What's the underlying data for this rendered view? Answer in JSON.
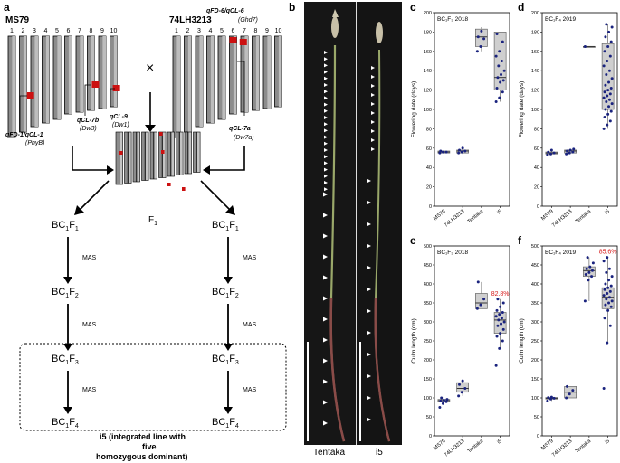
{
  "panel_a": {
    "letter": "a",
    "parent_left": "MS79",
    "parent_right": "74LH3213",
    "chrom_numbers": [
      "1",
      "2",
      "3",
      "4",
      "5",
      "6",
      "7",
      "8",
      "9",
      "10"
    ],
    "cross_symbol": "×",
    "f1_label": "F",
    "f1_sub": "1",
    "gene_labels": {
      "qfd1": "qFD-1/qCL-1",
      "phyb": "(PhyB)",
      "qcl7b": "qCL-7b",
      "dw3": "(Dw3)",
      "qcl9": "qCL-9",
      "dw1": "(Dw1)",
      "qfd6": "qFD-6/qCL-6",
      "ghd7": "(Ghd7)",
      "qcl7a": "qCL-7a",
      "dw7a": "(Dw7a)"
    },
    "gen_left": [
      {
        "base": "BC",
        "s1": "1",
        "mid": "F",
        "s2": "1"
      },
      {
        "base": "BC",
        "s1": "1",
        "mid": "F",
        "s2": "2"
      },
      {
        "base": "BC",
        "s1": "1",
        "mid": "F",
        "s2": "3"
      },
      {
        "base": "BC",
        "s1": "1",
        "mid": "F",
        "s2": "4"
      }
    ],
    "gen_right": [
      {
        "base": "BC",
        "s1": "1",
        "mid": "F",
        "s2": "1"
      },
      {
        "base": "BC",
        "s1": "1",
        "mid": "F",
        "s2": "2"
      },
      {
        "base": "BC",
        "s1": "1",
        "mid": "F",
        "s2": "3"
      },
      {
        "base": "BC",
        "s1": "1",
        "mid": "F",
        "s2": "4"
      }
    ],
    "mas": "MAS",
    "i5_line1": "i5 (integrated line with",
    "i5_line2": "five",
    "i5_line3": "homozygous dominant)"
  },
  "panel_b": {
    "letter": "b",
    "label_left": "Tentaka",
    "label_right": "i5"
  },
  "panels": {
    "c": {
      "letter": "c",
      "inset": "BC₁F₃ 2018"
    },
    "d": {
      "letter": "d",
      "inset": "BC₁F₄ 2019"
    },
    "e": {
      "letter": "e",
      "inset": "BC₁F₃ 2018",
      "pct": "82.8%"
    },
    "f": {
      "letter": "f",
      "inset": "BC₁F₄ 2019",
      "pct": "85.6%"
    }
  },
  "chart_data": [
    {
      "type": "box",
      "panel": "c",
      "ylabel": "Flowering date (days)",
      "ylim": [
        0,
        200
      ],
      "ticks": [
        "0",
        "20",
        "40",
        "60",
        "80",
        "100",
        "120",
        "140",
        "160",
        "180",
        "200"
      ],
      "categories": [
        "MS79",
        "74LH3213",
        "Tentaka",
        "i5"
      ],
      "boxes": [
        {
          "q1": 55,
          "med": 56,
          "q3": 57,
          "lo": 54,
          "hi": 57,
          "pts": [
            55,
            56,
            56,
            57
          ]
        },
        {
          "q1": 55,
          "med": 57,
          "q3": 58,
          "lo": 54,
          "hi": 60,
          "pts": [
            55,
            56,
            57,
            58,
            60
          ]
        },
        {
          "q1": 165,
          "med": 175,
          "q3": 183,
          "lo": 160,
          "hi": 185,
          "pts": [
            160,
            165,
            173,
            175,
            181
          ]
        },
        {
          "q1": 120,
          "med": 133,
          "q3": 180,
          "lo": 108,
          "hi": 180,
          "pts": [
            108,
            112,
            118,
            122,
            128,
            130,
            133,
            136,
            140,
            145,
            150,
            155,
            160,
            170,
            178
          ]
        }
      ]
    },
    {
      "type": "box",
      "panel": "d",
      "ylabel": "Flowering date (days)",
      "ylim": [
        0,
        200
      ],
      "ticks": [
        "0",
        "20",
        "40",
        "60",
        "80",
        "100",
        "120",
        "140",
        "160",
        "180",
        "200"
      ],
      "categories": [
        "MS79",
        "74LH3213",
        "Tentaka",
        "i5"
      ],
      "boxes": [
        {
          "q1": 54,
          "med": 55,
          "q3": 56,
          "lo": 53,
          "hi": 58,
          "pts": [
            53,
            54,
            55,
            56,
            58
          ]
        },
        {
          "q1": 55,
          "med": 57,
          "q3": 58,
          "lo": 54,
          "hi": 59,
          "pts": [
            54,
            55,
            56,
            57,
            58,
            59
          ]
        },
        {
          "q1": 165,
          "med": 165,
          "q3": 165,
          "lo": 165,
          "hi": 165,
          "pts": [
            165
          ]
        },
        {
          "q1": 100,
          "med": 120,
          "q3": 168,
          "lo": 80,
          "hi": 188,
          "pts": [
            80,
            84,
            88,
            92,
            95,
            98,
            100,
            103,
            106,
            108,
            110,
            112,
            114,
            116,
            118,
            120,
            122,
            125,
            128,
            132,
            136,
            140,
            145,
            150,
            155,
            160,
            165,
            170,
            175,
            180,
            185,
            188
          ]
        }
      ]
    },
    {
      "type": "box",
      "panel": "e",
      "ylabel": "Culm length (cm)",
      "ylim": [
        0,
        500
      ],
      "ticks": [
        "0",
        "50",
        "100",
        "150",
        "200",
        "250",
        "300",
        "350",
        "400",
        "450",
        "500"
      ],
      "categories": [
        "MS79",
        "74LH3213",
        "Tentaka",
        "i5"
      ],
      "boxes": [
        {
          "q1": 90,
          "med": 93,
          "q3": 96,
          "lo": 75,
          "hi": 100,
          "pts": [
            75,
            85,
            90,
            92,
            94,
            96,
            100
          ]
        },
        {
          "q1": 115,
          "med": 125,
          "q3": 140,
          "lo": 105,
          "hi": 148,
          "pts": [
            105,
            115,
            125,
            135,
            145
          ]
        },
        {
          "q1": 335,
          "med": 350,
          "q3": 375,
          "lo": 335,
          "hi": 405,
          "pts": [
            335,
            345,
            360,
            405
          ]
        },
        {
          "q1": 270,
          "med": 305,
          "q3": 325,
          "lo": 230,
          "hi": 360,
          "pts": [
            185,
            230,
            250,
            262,
            270,
            280,
            290,
            295,
            300,
            305,
            310,
            315,
            320,
            325,
            330,
            340,
            350,
            360
          ]
        }
      ]
    },
    {
      "type": "box",
      "panel": "f",
      "ylabel": "Culm length (cm)",
      "ylim": [
        0,
        500
      ],
      "ticks": [
        "0",
        "50",
        "100",
        "150",
        "200",
        "250",
        "300",
        "350",
        "400",
        "450",
        "500"
      ],
      "categories": [
        "MS79",
        "74LH3213",
        "Tentaka",
        "i5"
      ],
      "boxes": [
        {
          "q1": 97,
          "med": 99,
          "q3": 101,
          "lo": 92,
          "hi": 102,
          "pts": [
            92,
            97,
            99,
            101,
            102
          ]
        },
        {
          "q1": 100,
          "med": 115,
          "q3": 130,
          "lo": 100,
          "hi": 130,
          "pts": [
            100,
            110,
            120,
            130
          ]
        },
        {
          "q1": 420,
          "med": 435,
          "q3": 445,
          "lo": 355,
          "hi": 470,
          "pts": [
            355,
            410,
            420,
            425,
            430,
            435,
            440,
            445,
            455,
            470
          ]
        },
        {
          "q1": 335,
          "med": 365,
          "q3": 390,
          "lo": 245,
          "hi": 470,
          "pts": [
            125,
            245,
            290,
            310,
            330,
            340,
            345,
            350,
            355,
            360,
            365,
            370,
            375,
            380,
            385,
            390,
            395,
            400,
            410,
            420,
            430,
            440,
            460,
            470
          ]
        }
      ]
    }
  ]
}
